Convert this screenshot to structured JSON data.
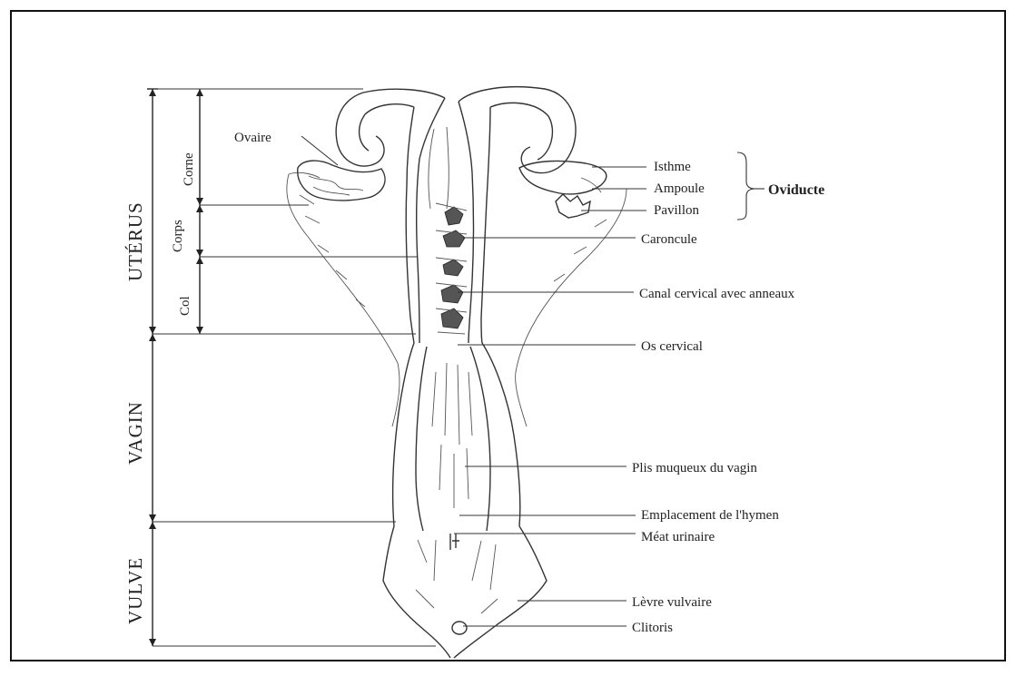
{
  "regions": {
    "uterus": "UTÉRUS",
    "vagin": "VAGIN",
    "vulve": "VULVE"
  },
  "subregions": {
    "corne": "Corne",
    "corps": "Corps",
    "col": "Col"
  },
  "labels": {
    "ovaire": "Ovaire",
    "isthme": "Isthme",
    "ampoule": "Ampoule",
    "pavillon": "Pavillon",
    "oviducte": "Oviducte",
    "caroncule": "Caroncule",
    "canal_cervical": "Canal cervical avec anneaux",
    "os_cervical": "Os cervical",
    "plis_muqueux": "Plis muqueux du vagin",
    "emplacement_hymen": "Emplacement de l'hymen",
    "meat_urinaire": "Méat urinaire",
    "levre_vulvaire": "Lèvre vulvaire",
    "clitoris": "Clitoris"
  }
}
